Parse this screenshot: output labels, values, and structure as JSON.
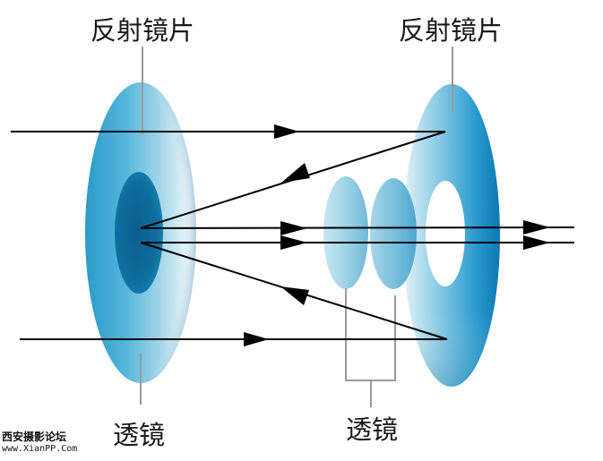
{
  "labels": {
    "mirror_left": "反射镜片",
    "mirror_right": "反射镜片",
    "lens_left": "透镜",
    "lens_right": "透镜"
  },
  "watermark": {
    "line1": "西安摄影论坛",
    "line2": "www.XianPP.Com"
  },
  "colors": {
    "lens_blue": "#1e8fc0",
    "lens_dark": "#0b5f8e",
    "lens_light": "#bfe3ef",
    "ray": "#000000",
    "leader": "#9a9a9a"
  }
}
